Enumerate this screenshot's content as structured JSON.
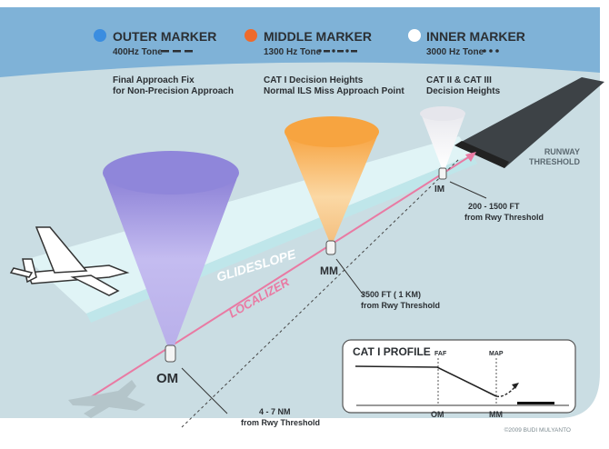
{
  "markers": [
    {
      "name": "OUTER MARKER",
      "tone": "400Hz Tone",
      "pattern": "dashes",
      "color": "#3a8de0",
      "desc1": "Final Approach Fix",
      "desc2": "for Non-Precision Approach",
      "short": "OM"
    },
    {
      "name": "MIDDLE MARKER",
      "tone": "1300 Hz Tone",
      "pattern": "dot-dash",
      "color": "#ee6a2c",
      "desc1": "CAT I Decision Heights",
      "desc2": "Normal ILS Miss Approach Point",
      "short": "MM"
    },
    {
      "name": "INNER MARKER",
      "tone": "3000 Hz Tone",
      "pattern": "dots",
      "color": "#ffffff",
      "desc1": "CAT II & CAT III",
      "desc2": "Decision Heights",
      "short": "IM"
    }
  ],
  "labels": {
    "glideslope": "GLIDESLOPE",
    "localizer": "LOCALIZER",
    "runway1": "RUNWAY",
    "runway2": "THRESHOLD",
    "dist_im1": "200 - 1500 FT",
    "dist_im2": "from Rwy Threshold",
    "dist_mm1": "3500 FT ( 1 KM)",
    "dist_mm2": "from Rwy Threshold",
    "dist_om1": "4 - 7 NM",
    "dist_om2": "from Rwy Threshold"
  },
  "profile": {
    "title": "CAT I PROFILE",
    "faf": "FAF",
    "map": "MAP",
    "om": "OM",
    "mm": "MM"
  },
  "copyright": "©2009 BUDI MULYANTO"
}
